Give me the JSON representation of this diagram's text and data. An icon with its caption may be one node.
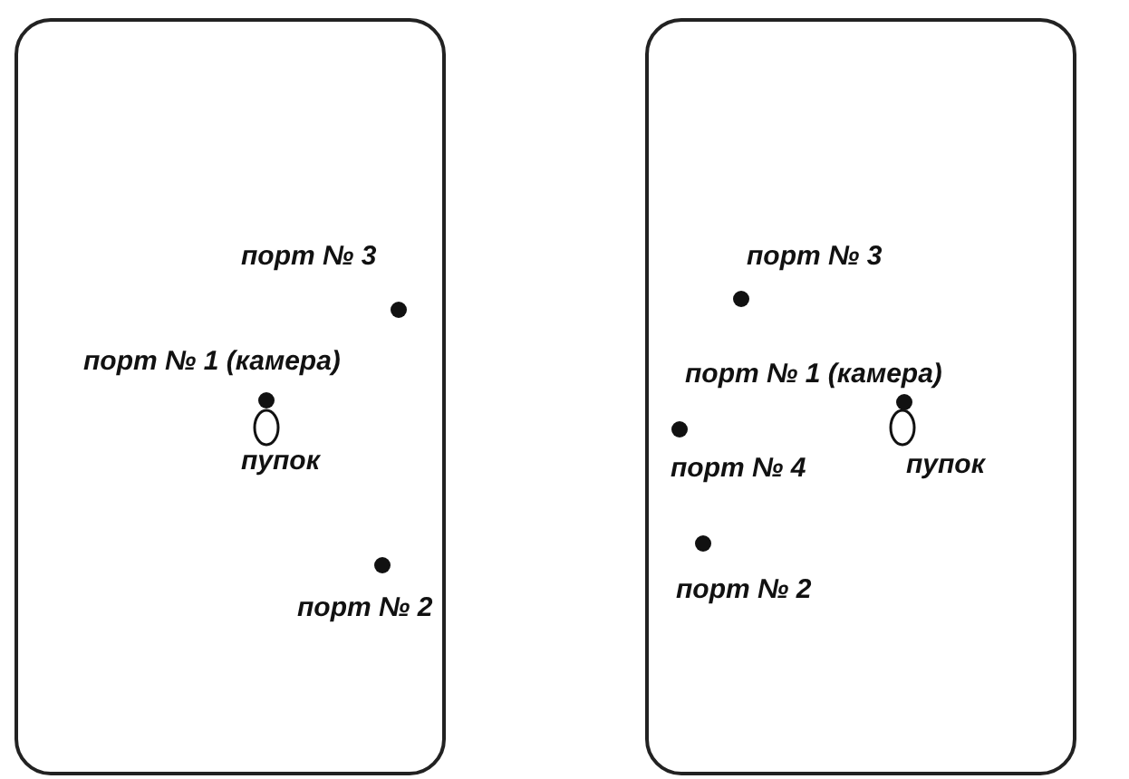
{
  "diagram": {
    "nodes": [
      {
        "text": [],
        "shape": "box"
      },
      {
        "text": [],
        "shape": "box"
      }
    ],
    "edges": [],
    "labels": [
      "порт № 3",
      "порт № 1 (камера)",
      "пупок",
      "порт № 2",
      "порт № 3",
      "порт № 1 (камера)",
      "порт № 4",
      "пупок",
      "порт № 2"
    ]
  }
}
